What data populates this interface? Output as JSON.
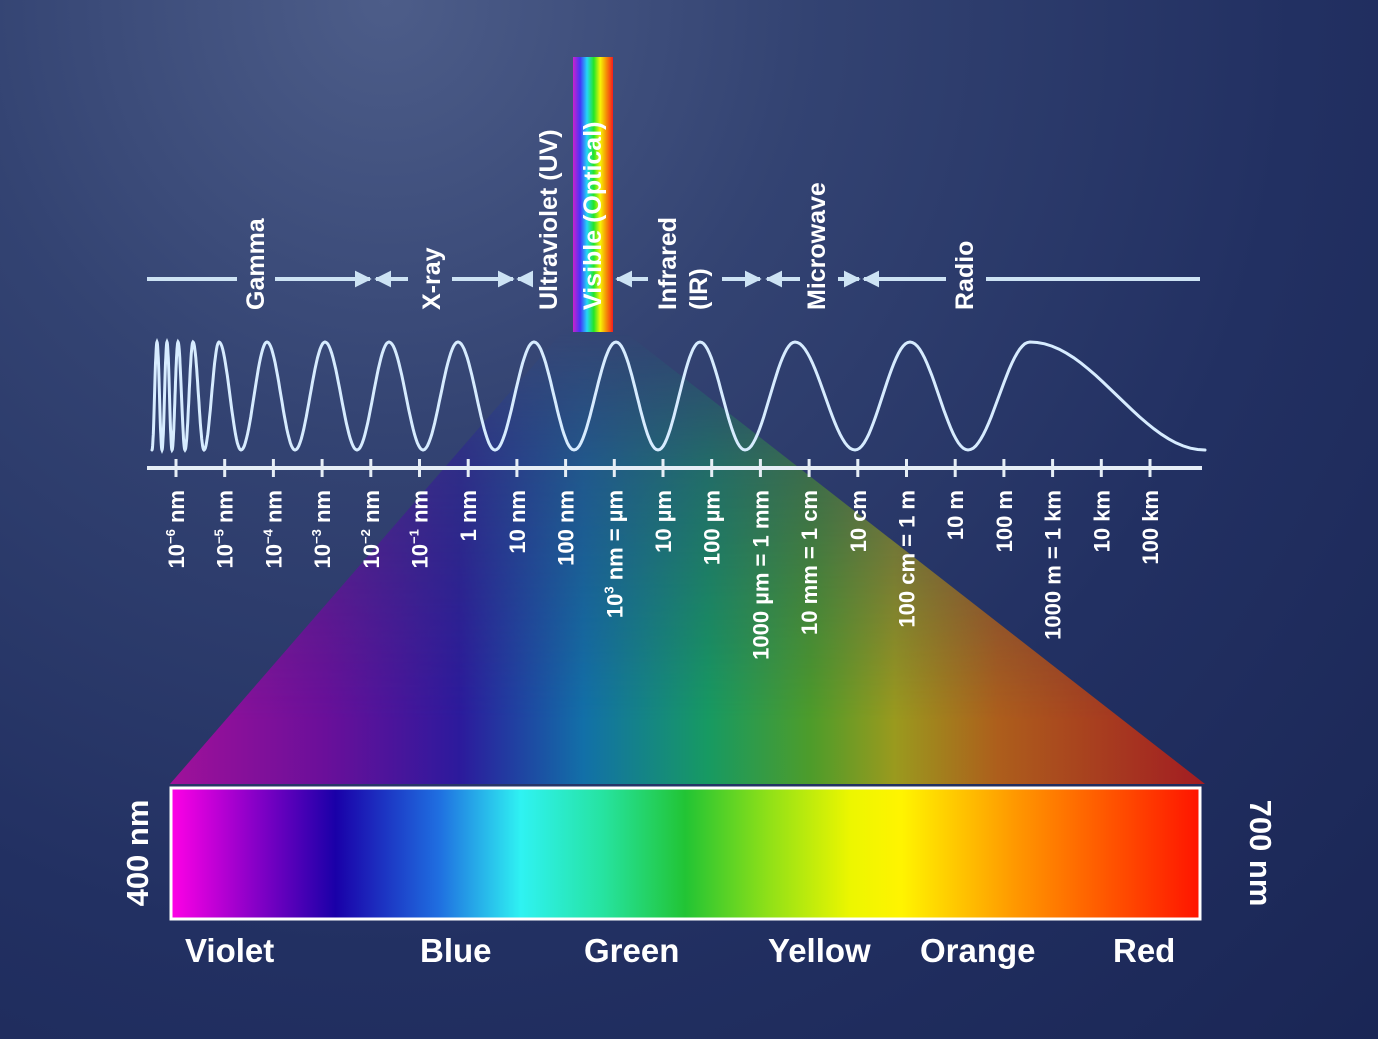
{
  "bands": [
    {
      "name": "Gamma"
    },
    {
      "name": "X-ray"
    },
    {
      "name": "Ultraviolet (UV)"
    },
    {
      "name": "Visible (Optical)"
    },
    {
      "name": "Infrared",
      "name2": "(IR)"
    },
    {
      "name": "Microwave"
    },
    {
      "name": "Radio"
    }
  ],
  "ticks": [
    {
      "base": "10",
      "exp": "−6",
      "unit": " nm"
    },
    {
      "base": "10",
      "exp": "−5",
      "unit": " nm"
    },
    {
      "base": "10",
      "exp": "−4",
      "unit": " nm"
    },
    {
      "base": "10",
      "exp": "−3",
      "unit": " nm"
    },
    {
      "base": "10",
      "exp": "−2",
      "unit": " nm"
    },
    {
      "base": "10",
      "exp": "−1",
      "unit": " nm"
    },
    {
      "base": "1 nm"
    },
    {
      "base": "10 nm"
    },
    {
      "base": "100 nm"
    },
    {
      "base": "10",
      "exp": "3",
      "unit": " nm = µm"
    },
    {
      "base": "10 µm"
    },
    {
      "base": "100 µm"
    },
    {
      "base": "1000 µm = 1 mm"
    },
    {
      "base": "10 mm = 1 cm"
    },
    {
      "base": "10 cm"
    },
    {
      "base": "100 cm = 1 m"
    },
    {
      "base": "10 m"
    },
    {
      "base": "100 m"
    },
    {
      "base": "1000 m = 1 km"
    },
    {
      "base": "10 km"
    },
    {
      "base": "100 km"
    }
  ],
  "visible": {
    "min_label": "400 nm",
    "max_label": "700 nm",
    "colors": [
      "Violet",
      "Blue",
      "Green",
      "Yellow",
      "Orange",
      "Red"
    ]
  }
}
